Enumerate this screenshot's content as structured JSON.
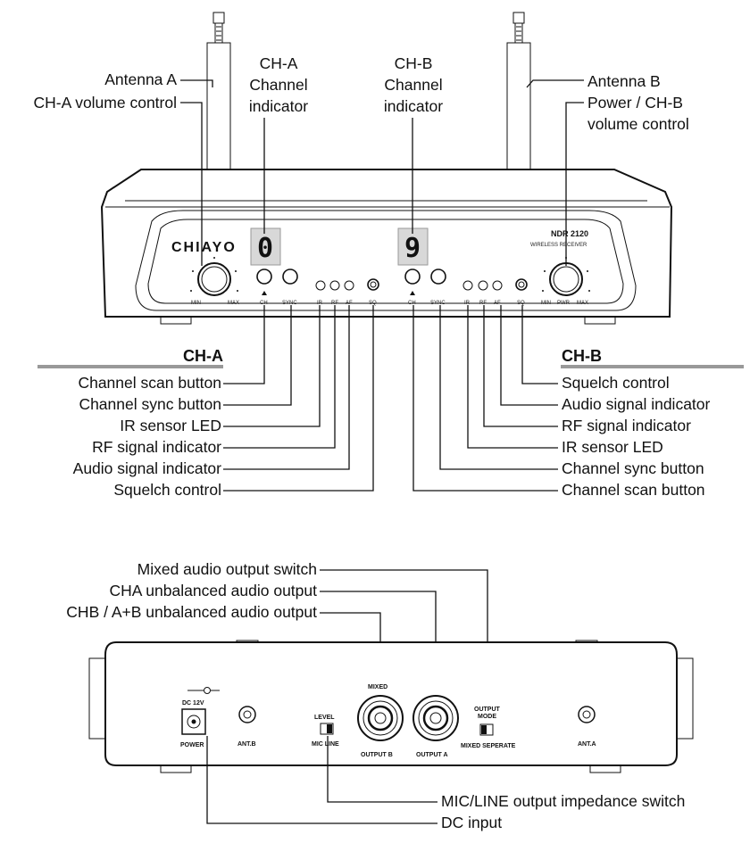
{
  "front": {
    "top_labels": {
      "antenna_a": "Antenna A",
      "ch_a_volume": "CH-A volume control",
      "ch_a_indicator": [
        "CH-A",
        "Channel",
        "indicator"
      ],
      "ch_b_indicator": [
        "CH-B",
        "Channel",
        "indicator"
      ],
      "antenna_b": "Antenna B",
      "power_ch_b_volume": [
        "Power / CH-B",
        "volume control"
      ]
    },
    "panel": {
      "brand": "CHIAYO",
      "model": "NDR 2120",
      "model_subtitle": "WIRELESS RECEIVER",
      "display_a": "0",
      "display_b": "9",
      "knob_a_min": "MIN",
      "knob_a_max": "MAX",
      "knob_b_min": "MIN",
      "knob_b_pwr": "PWR",
      "knob_b_max": "MAX",
      "ch": "CH",
      "sync": "SYNC",
      "ir": "IR",
      "rf": "RF",
      "af": "AF",
      "sq": "SQ"
    },
    "ch_a": {
      "header": "CH-A",
      "labels": [
        "Channel scan button",
        "Channel sync button",
        "IR sensor LED",
        "RF signal indicator",
        "Audio signal indicator",
        "Squelch control"
      ]
    },
    "ch_b": {
      "header": "CH-B",
      "labels": [
        "Squelch control",
        "Audio signal indicator",
        "RF signal indicator",
        "IR sensor LED",
        "Channel sync button",
        "Channel scan button"
      ]
    }
  },
  "rear": {
    "top_labels": [
      "Mixed audio output switch",
      "CHA unbalanced audio output",
      "CHB / A+B unbalanced audio output"
    ],
    "bottom_labels": [
      "MIC/LINE output impedance switch",
      "DC input"
    ],
    "panel": {
      "dc": "DC 12V",
      "power": "POWER",
      "ant_b": "ANT.B",
      "level": "LEVEL",
      "mic_line": "MIC LINE",
      "mixed": "MIXED",
      "output_b": "OUTPUT B",
      "output_a": "OUTPUT A",
      "output_mode": [
        "OUTPUT",
        "MODE"
      ],
      "mixed_seperate": "MIXED SEPERATE",
      "ant_a": "ANT.A"
    }
  }
}
